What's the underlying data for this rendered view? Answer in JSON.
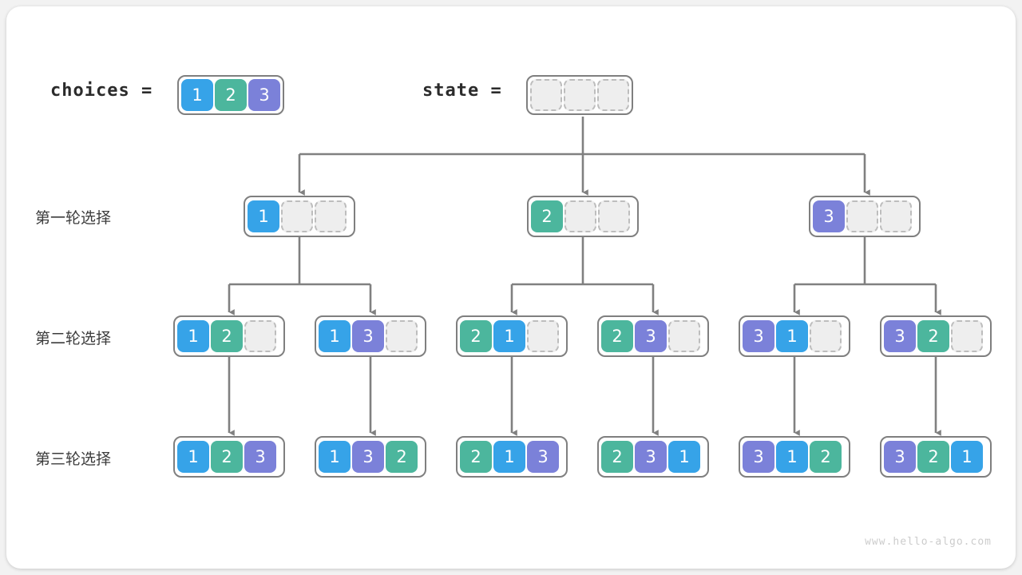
{
  "watermark": "www.hello-algo.com",
  "colors": {
    "blue": "#36a3e8",
    "green": "#4cb69d",
    "purple": "#7b81d9",
    "empty_fill": "#eeeeee",
    "empty_border": "#bdbdbd",
    "box_border": "#7f7f7f",
    "connector": "#808080",
    "card_bg": "#ffffff",
    "page_bg": "#f2f2f2",
    "text": "#3c3c3c"
  },
  "header": {
    "choices_label": "choices  =",
    "choices_values": [
      "1",
      "2",
      "3"
    ],
    "state_label": "state  =",
    "state_values": [
      "",
      "",
      ""
    ]
  },
  "rows": [
    {
      "label": "第一轮选择"
    },
    {
      "label": "第二轮选择"
    },
    {
      "label": "第三轮选择"
    }
  ],
  "level1": [
    {
      "values": [
        "1",
        "",
        ""
      ]
    },
    {
      "values": [
        "2",
        "",
        ""
      ]
    },
    {
      "values": [
        "3",
        "",
        ""
      ]
    }
  ],
  "level2": [
    {
      "values": [
        "1",
        "2",
        ""
      ]
    },
    {
      "values": [
        "1",
        "3",
        ""
      ]
    },
    {
      "values": [
        "2",
        "1",
        ""
      ]
    },
    {
      "values": [
        "2",
        "3",
        ""
      ]
    },
    {
      "values": [
        "3",
        "1",
        ""
      ]
    },
    {
      "values": [
        "3",
        "2",
        ""
      ]
    }
  ],
  "level3": [
    {
      "values": [
        "1",
        "2",
        "3"
      ]
    },
    {
      "values": [
        "1",
        "3",
        "2"
      ]
    },
    {
      "values": [
        "2",
        "1",
        "3"
      ]
    },
    {
      "values": [
        "2",
        "3",
        "1"
      ]
    },
    {
      "values": [
        "3",
        "1",
        "2"
      ]
    },
    {
      "values": [
        "3",
        "2",
        "1"
      ]
    }
  ]
}
